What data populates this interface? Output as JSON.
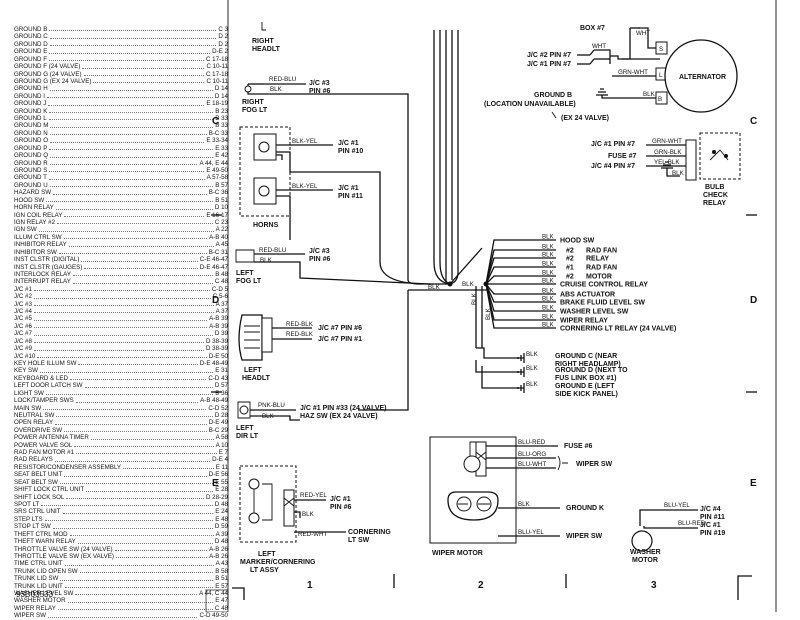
{
  "index": [
    {
      "name": "GROUND B",
      "ref": "C 3"
    },
    {
      "name": "GROUND C",
      "ref": "D 2"
    },
    {
      "name": "GROUND D",
      "ref": "D 2"
    },
    {
      "name": "GROUND E",
      "ref": "D-E 2"
    },
    {
      "name": "GROUND F",
      "ref": "C 17-18"
    },
    {
      "name": "GROUND F (24 VALVE)",
      "ref": "C 10-11"
    },
    {
      "name": "GROUND G (24 VALVE)",
      "ref": "C 17-18"
    },
    {
      "name": "GROUND G (EX 24 VALVE)",
      "ref": "C 10-11"
    },
    {
      "name": "GROUND H",
      "ref": "D 14"
    },
    {
      "name": "GROUND I",
      "ref": "D 14"
    },
    {
      "name": "GROUND J",
      "ref": "E 18-19"
    },
    {
      "name": "GROUND K",
      "ref": "B 23"
    },
    {
      "name": "GROUND L",
      "ref": "B 33"
    },
    {
      "name": "GROUND M",
      "ref": "B 33"
    },
    {
      "name": "GROUND N",
      "ref": "B-C 33"
    },
    {
      "name": "GROUND O",
      "ref": "E 33-34"
    },
    {
      "name": "GROUND P",
      "ref": "E 33"
    },
    {
      "name": "GROUND Q",
      "ref": "E 42"
    },
    {
      "name": "GROUND R",
      "ref": "A 44, E 44"
    },
    {
      "name": "GROUND S",
      "ref": "E 49-50"
    },
    {
      "name": "GROUND T",
      "ref": "A 57-58"
    },
    {
      "name": "GROUND U",
      "ref": "B 57"
    },
    {
      "name": "HAZARD SW",
      "ref": "B-C 36"
    },
    {
      "name": "HOOD SW",
      "ref": "B 51"
    },
    {
      "name": "HORN RELAY",
      "ref": "D 10"
    },
    {
      "name": "IGN COIL RELAY",
      "ref": "E 16-17"
    },
    {
      "name": "IGN RELAY #2",
      "ref": "C 23"
    },
    {
      "name": "IGN SW",
      "ref": "A 22"
    },
    {
      "name": "ILLUM CTRL SW",
      "ref": "A-B 40"
    },
    {
      "name": "INHIBITOR RELAY",
      "ref": "A 45"
    },
    {
      "name": "INHIBITOR SW",
      "ref": "B-C 31"
    },
    {
      "name": "INST CLSTR (DIGITAL)",
      "ref": "C-E 46-47"
    },
    {
      "name": "INST CLSTR (GAUGES)",
      "ref": "D-E 46-47"
    },
    {
      "name": "INTERLOCK RELAY",
      "ref": "B 48"
    },
    {
      "name": "INTERRUPT RELAY",
      "ref": "C 48"
    },
    {
      "name": "J/C #1",
      "ref": "C-D 5"
    },
    {
      "name": "J/C #2",
      "ref": "C 5-6"
    },
    {
      "name": "J/C #3",
      "ref": "A 37"
    },
    {
      "name": "J/C #4",
      "ref": "A 37"
    },
    {
      "name": "J/C #5",
      "ref": "A-B 39"
    },
    {
      "name": "J/C #6",
      "ref": "A-B 39"
    },
    {
      "name": "J/C #7",
      "ref": "D 39"
    },
    {
      "name": "J/C #8",
      "ref": "D 38-39"
    },
    {
      "name": "J/C #9",
      "ref": "D 38-39"
    },
    {
      "name": "J/C #10",
      "ref": "D-E 50"
    },
    {
      "name": "KEY HOLE ILLUM SW",
      "ref": "D-E 48-49"
    },
    {
      "name": "KEY SW",
      "ref": "E 31"
    },
    {
      "name": "KEYBOARD & LED",
      "ref": "C-D 43"
    },
    {
      "name": "LEFT DOOR LATCH SW",
      "ref": "D 57"
    },
    {
      "name": "LIGHT SW",
      "ref": "B 36"
    },
    {
      "name": "LOCK/TAMPER SWS",
      "ref": "A-B 48-49"
    },
    {
      "name": "MAIN SW",
      "ref": "C-D 52"
    },
    {
      "name": "NEUTRAL SW",
      "ref": "D 28"
    },
    {
      "name": "OPEN RELAY",
      "ref": "D-E 49"
    },
    {
      "name": "OVERDRIVE SW",
      "ref": "B-C 29"
    },
    {
      "name": "POWER ANTENNA TIMER",
      "ref": "A 58"
    },
    {
      "name": "POWER VALVE SOL",
      "ref": "A 10"
    },
    {
      "name": "RAD FAN MOTOR #1",
      "ref": "E 7"
    },
    {
      "name": "RAD RELAYS",
      "ref": "D-E 4"
    },
    {
      "name": "RESISTOR/CONDENSER ASSEMBLY",
      "ref": "E 11"
    },
    {
      "name": "SEAT BELT UNIT",
      "ref": "D-E 56"
    },
    {
      "name": "SEAT BELT SW",
      "ref": "E 55"
    },
    {
      "name": "SHIFT LOCK CTRL UNIT",
      "ref": "E 28"
    },
    {
      "name": "SHIFT LOCK SOL",
      "ref": "D 28-29"
    },
    {
      "name": "SPOT LT",
      "ref": "D 48"
    },
    {
      "name": "SRS CTRL UNIT",
      "ref": "E 24"
    },
    {
      "name": "STEP LTS",
      "ref": "E 48"
    },
    {
      "name": "STOP LT SW",
      "ref": "D 59"
    },
    {
      "name": "THEFT CTRL MOD",
      "ref": "A 39"
    },
    {
      "name": "THEFT WARN RELAY",
      "ref": "D 48"
    },
    {
      "name": "THROTTLE VALVE SW (24 VALVE)",
      "ref": "A-B 26"
    },
    {
      "name": "THROTTLE VALVE SW (EX VALVE)",
      "ref": "A-B 26"
    },
    {
      "name": "TIME CTRL UNIT",
      "ref": "A 43"
    },
    {
      "name": "TRUNK LID OPEN SW",
      "ref": "B 58"
    },
    {
      "name": "TRUNK LID SW",
      "ref": "B 51"
    },
    {
      "name": "TRUNK LID UNIT",
      "ref": "E 57"
    },
    {
      "name": "WASHER LEVEL SW",
      "ref": "A 44, C 44"
    },
    {
      "name": "WASHER MOTOR",
      "ref": "E 47"
    },
    {
      "name": "WIPER RELAY",
      "ref": "C 48"
    },
    {
      "name": "WIPER SW",
      "ref": "C-D 49-50"
    }
  ],
  "footer_code": "93D03533",
  "zones": {
    "c": "C",
    "d": "D",
    "e": "E",
    "col1": "1",
    "col2": "2",
    "col3": "3"
  },
  "top": {
    "right_headlt": [
      "RIGHT",
      "HEADLT"
    ],
    "box_fragment": "BOX #7",
    "jc2_pin7": "J/C #2 PIN #7",
    "jc1_pin7": "J/C #1 PIN #7",
    "wht": "WHT",
    "grn_wht": "GRN-WHT",
    "blk": "BLK",
    "s": "S",
    "l": "L",
    "b": "B",
    "alternator": "ALTERNATOR",
    "ground_b": "GROUND B",
    "ground_b_loc": "(LOCATION UNAVAILABLE)",
    "ex24": "(EX 24 VALVE)"
  },
  "right_fog": {
    "wire1": "RED-BLU",
    "wire2": "BLK",
    "jc": "J/C #3",
    "pin": "PIN #6",
    "label": [
      "RIGHT",
      "FOG LT"
    ]
  },
  "horns": {
    "wire1": "BLK-YEL",
    "wire2": "BLK-YEL",
    "jc1": "J/C #1",
    "pin1": "PIN #10",
    "jc2": "J/C #1",
    "pin2": "PIN #11",
    "label": "HORNS"
  },
  "bulb_check": {
    "wires": [
      "GRN-WHT",
      "GRN-BLK",
      "YEL-BLK",
      "BLK"
    ],
    "pins": [
      "J/C #1 PIN #7",
      "FUSE #7",
      "J/C #4 PIN #7"
    ],
    "label": [
      "BULB",
      "CHECK",
      "RELAY"
    ]
  },
  "left_fog": {
    "wire1": "RED-BLU",
    "wire2": "BLK",
    "jc": "J/C #3",
    "pin": "PIN #6",
    "label": [
      "LEFT",
      "FOG LT"
    ]
  },
  "splice": {
    "blk": "BLK"
  },
  "branches": [
    {
      "wire": "BLK",
      "dest": "HOOD SW"
    },
    {
      "wire": "BLK",
      "num": "#2",
      "dest": "RAD FAN"
    },
    {
      "wire": "BLK",
      "num": "#2",
      "dest": "RELAY"
    },
    {
      "wire": "BLK",
      "num": "#1",
      "dest": "RAD FAN"
    },
    {
      "wire": "BLK",
      "num": "#2",
      "dest": "MOTOR"
    },
    {
      "wire": "BLK",
      "dest": "CRUISE CONTROL RELAY"
    },
    {
      "wire": "BLK",
      "dest": "ABS ACTUATOR"
    },
    {
      "wire": "BLK",
      "dest": "BRAKE FLUID LEVEL SW"
    },
    {
      "wire": "BLK",
      "dest": "WASHER LEVEL SW"
    },
    {
      "wire": "BLK",
      "dest": "WIPER RELAY"
    },
    {
      "wire": "BLK",
      "dest": "CORNERING LT RELAY (24 VALVE)"
    }
  ],
  "grounds": [
    {
      "wire": "BLK",
      "lines": [
        "GROUND C (NEAR",
        "RIGHT HEADLAMP)"
      ]
    },
    {
      "wire": "BLK",
      "lines": [
        "GROUND D (NEXT TO",
        "FUS LINK BOX #1)"
      ]
    },
    {
      "wire": "BLK",
      "lines": [
        "GROUND E (LEFT",
        "SIDE KICK PANEL)"
      ]
    }
  ],
  "left_headlt": {
    "wire1": "RED-BLK",
    "wire2": "RED-BLK",
    "pin1": "J/C #7 PIN #6",
    "pin2": "J/C #7 PIN #1",
    "label": [
      "LEFT",
      "HEADLT"
    ]
  },
  "left_dir": {
    "wire1": "PNK-BLU",
    "wire2": "BLK",
    "pin1": "J/C #1 PIN #33 (24 VALVE)",
    "pin2": "HAZ SW (EX 24 VALVE)",
    "label": [
      "LEFT",
      "DIR LT"
    ]
  },
  "wiper": {
    "w1": "BLU-RED",
    "w2": "BLU-ORG",
    "w3": "BLU-WHT",
    "w4": "BLK",
    "w5": "BLU-YEL",
    "d1": "FUSE #6",
    "d2": "WIPER SW",
    "d3": "GROUND K",
    "d4": "WIPER SW",
    "label": "WIPER MOTOR"
  },
  "left_marker": {
    "wire1": "RED-YEL",
    "wire2": "BLK",
    "wire3": "RED-WHT",
    "jc": "J/C #1",
    "pin": "PIN #6",
    "dest": [
      "CORNERING",
      "LT SW"
    ],
    "label": [
      "LEFT",
      "MARKER/CORNERING",
      "LT ASSY"
    ]
  },
  "washer": {
    "wire1": "BLU-YEL",
    "wire2": "BLU-RED",
    "jc1": "J/C #4",
    "pin1": "PIN #11",
    "jc2": "J/C #1",
    "pin2": "PIN #19",
    "label": [
      "WASHER",
      "MOTOR"
    ]
  }
}
